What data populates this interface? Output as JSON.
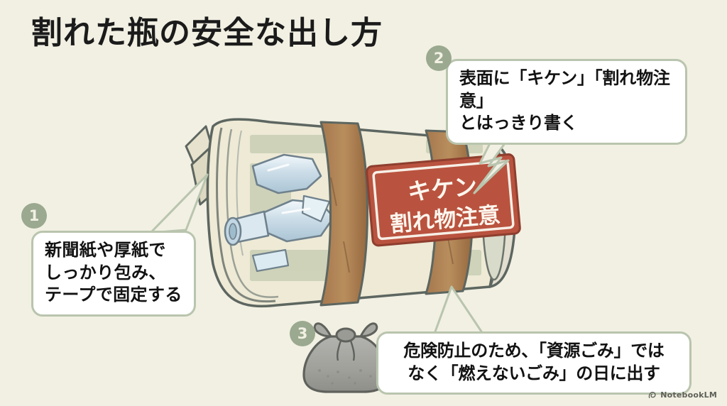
{
  "page": {
    "title": "割れた瓶の安全な出し方",
    "background_color": "#f2f0e3",
    "badge_color": "#9aa98f",
    "bubble_border_color": "#b9c5ae",
    "label_red": "#b9533f"
  },
  "callouts": [
    {
      "number": "1",
      "text": "新聞紙や厚紙で\nしっかり包み、\nテープで固定する"
    },
    {
      "number": "2",
      "text": "表面に「キケン」「割れ物注意」\nとはっきり書く"
    },
    {
      "number": "3",
      "text": "危険防止のため、「資源ごみ」では\nなく「燃えないごみ」の日に出す"
    }
  ],
  "illustration": {
    "warning_label": {
      "line1": "キケン",
      "line2": "割れ物注意"
    },
    "parts": [
      "newspaper-wrapped-bundle",
      "broken-glass-bottle",
      "packing-tape-bands",
      "garbage-bag"
    ]
  },
  "watermark": {
    "label": "NotebookLM",
    "icon": "notebooklm-logo-icon"
  }
}
